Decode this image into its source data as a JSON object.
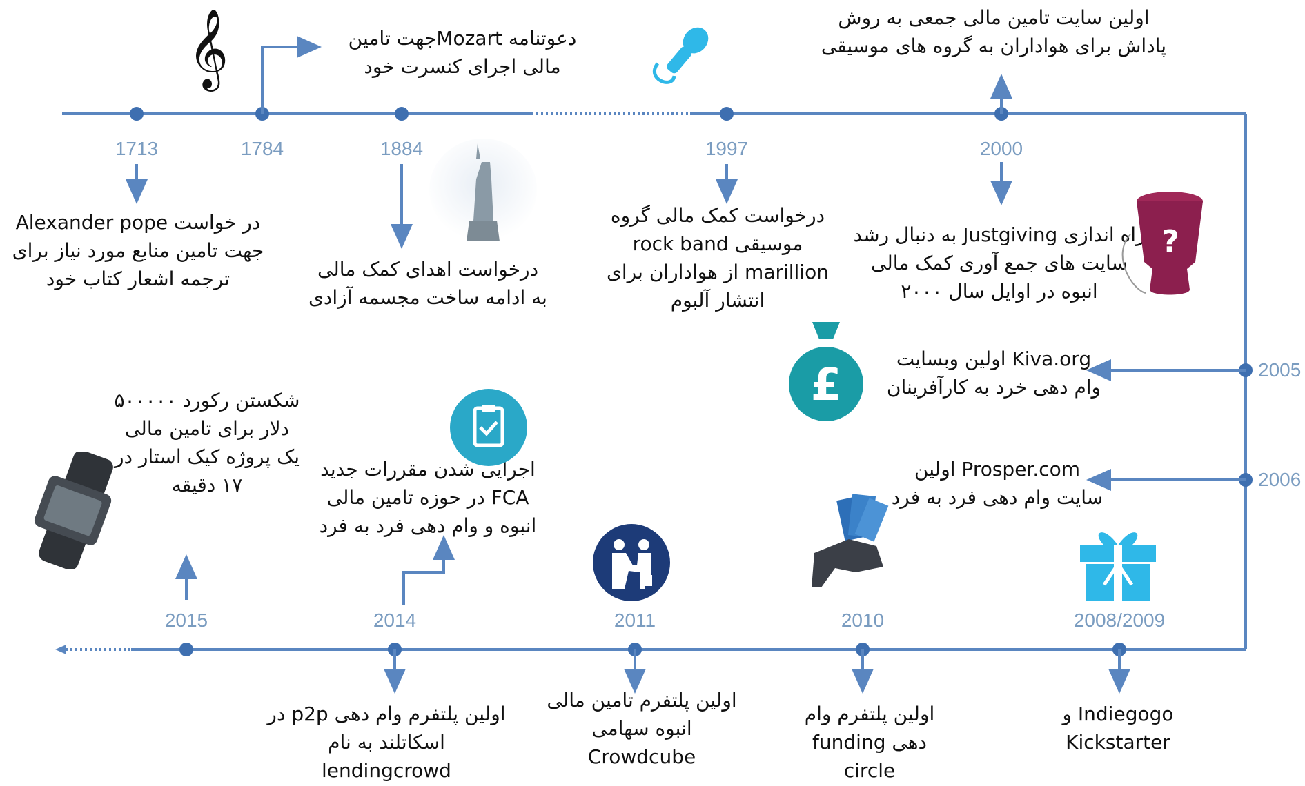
{
  "colors": {
    "line": "#5a86c0",
    "year": "#7a9cc0",
    "text": "#111111",
    "teal": "#1a9ca6",
    "navy": "#1d3b78",
    "sky": "#2fb8e8",
    "maroon": "#8c1f4e"
  },
  "years": {
    "y1713": "1713",
    "y1784": "1784",
    "y1884": "1884",
    "y1997": "1997",
    "y2000": "2000",
    "y2005": "2005",
    "y2006": "2006",
    "y2008": "2008/2009",
    "y2010": "2010",
    "y2011": "2011",
    "y2014": "2014",
    "y2015": "2015"
  },
  "events": {
    "e1713": [
      "در خواست Alexander pope",
      "جهت تامین منابع مورد نیاز برای",
      "ترجمه اشعار کتاب خود"
    ],
    "e1784": [
      "دعوتنامه Mozartجهت تامین",
      "مالی اجرای کنسرت خود"
    ],
    "e1884": [
      "درخواست اهدای کمک مالی",
      "به ادامه ساخت مجسمه آزادی"
    ],
    "e1997": [
      "درخواست کمک مالی گروه",
      "موسیقی  rock band",
      "marillion از هواداران برای",
      "انتشار آلبوم"
    ],
    "e2000top": [
      "اولین سایت تامین مالی جمعی به روش",
      "پاداش برای هواداران به گروه های موسیقی"
    ],
    "e2000": [
      "راه اندازی Justgiving به دنبال رشد",
      "سایت های جمع آوری کمک مالی",
      "انبوه در اوایل سال ۲۰۰۰"
    ],
    "e2005": [
      "Kiva.org اولین وبسایت",
      "وام دهی خرد به کارآفرینان"
    ],
    "e2006": [
      "Prosper.com اولین",
      "سایت وام دهی فرد به فرد"
    ],
    "e2008": [
      "Indiegogo و",
      "Kickstarter"
    ],
    "e2010": [
      "اولین پلتفرم وام",
      "دهی  funding",
      "circle"
    ],
    "e2011": [
      "اولین پلتفرم تامین مالی",
      "انبوه سهامی",
      "Crowdcube"
    ],
    "e2014bottom": [
      "اولین پلتفرم وام دهی p2p در",
      "اسکاتلند به نام",
      "lendingcrowd"
    ],
    "e2014": [
      "اجرایی شدن مقررات جدید",
      "FCA در حوزه تامین مالی",
      "انبوه و وام دهی فرد به فرد"
    ],
    "e2015": [
      "شکستن رکورد ۵۰۰۰۰۰",
      "دلار برای تامین مالی",
      "یک پروژه کیک استار در",
      "۱۷ دقیقه"
    ]
  },
  "icons": {
    "treble-clef": "𝄞",
    "microphone": "microphone",
    "statue": "statue-of-liberty",
    "donation-box": "?",
    "money-bag": "£",
    "clipboard": "clipboard-check",
    "handshake": "handshake",
    "cash-hand": "hand-with-cash",
    "gift": "gift-box",
    "smartwatch": "smartwatch"
  }
}
